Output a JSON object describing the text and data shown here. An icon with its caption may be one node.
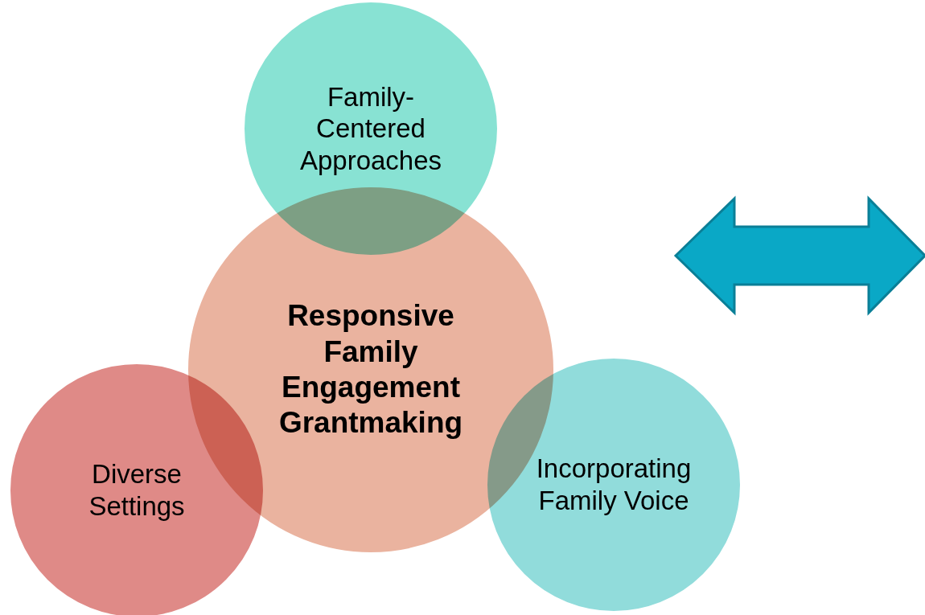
{
  "diagram": {
    "nodes": [
      {
        "text": [
          "Responsive Family Engagement Grantmaking"
        ]
      },
      {
        "text": [
          "Family- Centered Approaches"
        ]
      },
      {
        "text": [
          "Diverse Settings"
        ]
      },
      {
        "text": [
          "Incorporating Family Voice"
        ]
      }
    ]
  }
}
